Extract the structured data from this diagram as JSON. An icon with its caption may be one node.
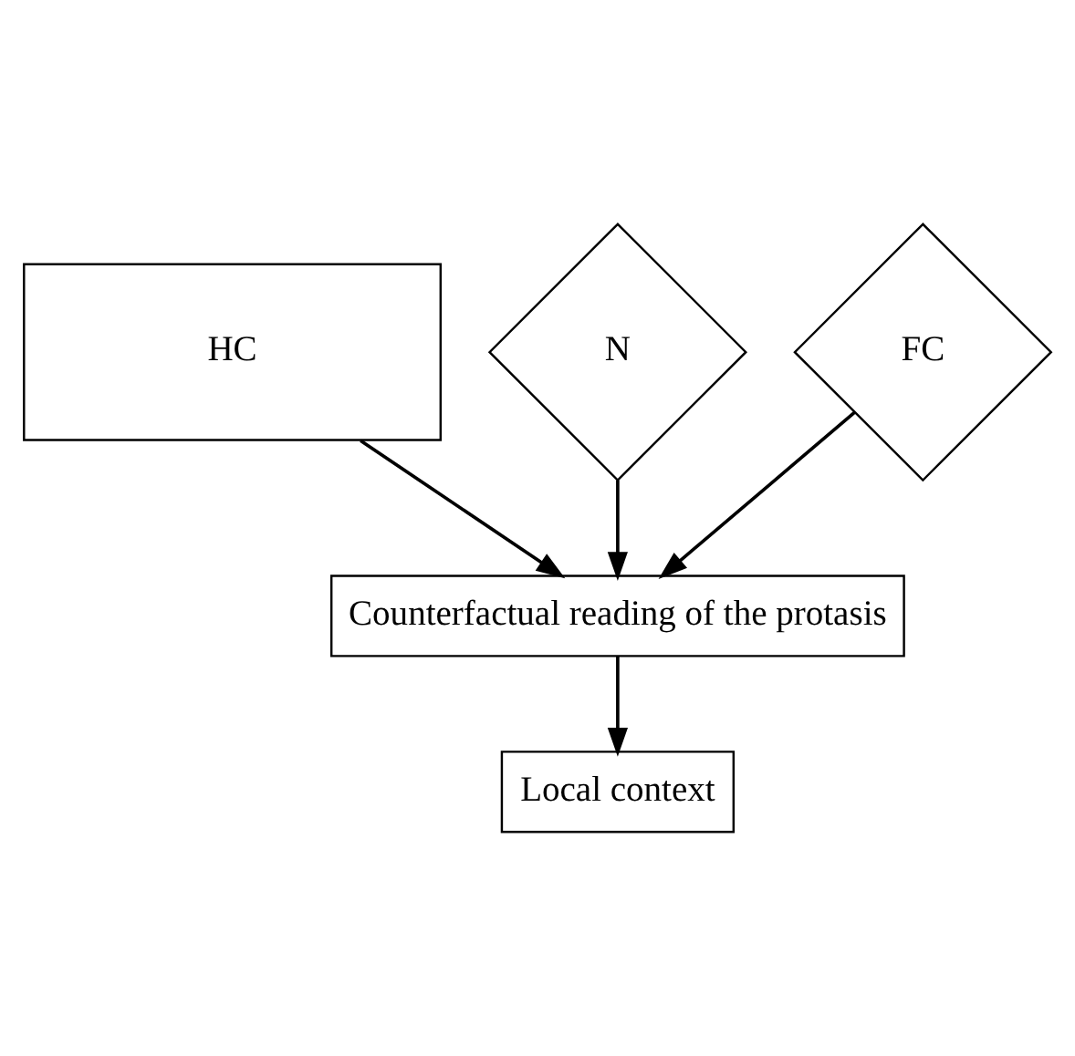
{
  "diagram": {
    "nodes": [
      {
        "text": [
          "HC"
        ]
      },
      {
        "text": [
          "N"
        ]
      },
      {
        "text": [
          "FC"
        ]
      },
      {
        "text": [
          "Counterfactual reading of the protasis"
        ]
      },
      {
        "text": [
          "Local context"
        ]
      }
    ],
    "edges": [
      {
        "from": 1,
        "to": 3,
        "arrow": "to"
      },
      {
        "from": 0,
        "to": 3,
        "arrow": "to"
      },
      {
        "from": 2,
        "to": 3,
        "arrow": "to"
      },
      {
        "from": 3,
        "to": 4,
        "arrow": "to"
      }
    ]
  }
}
